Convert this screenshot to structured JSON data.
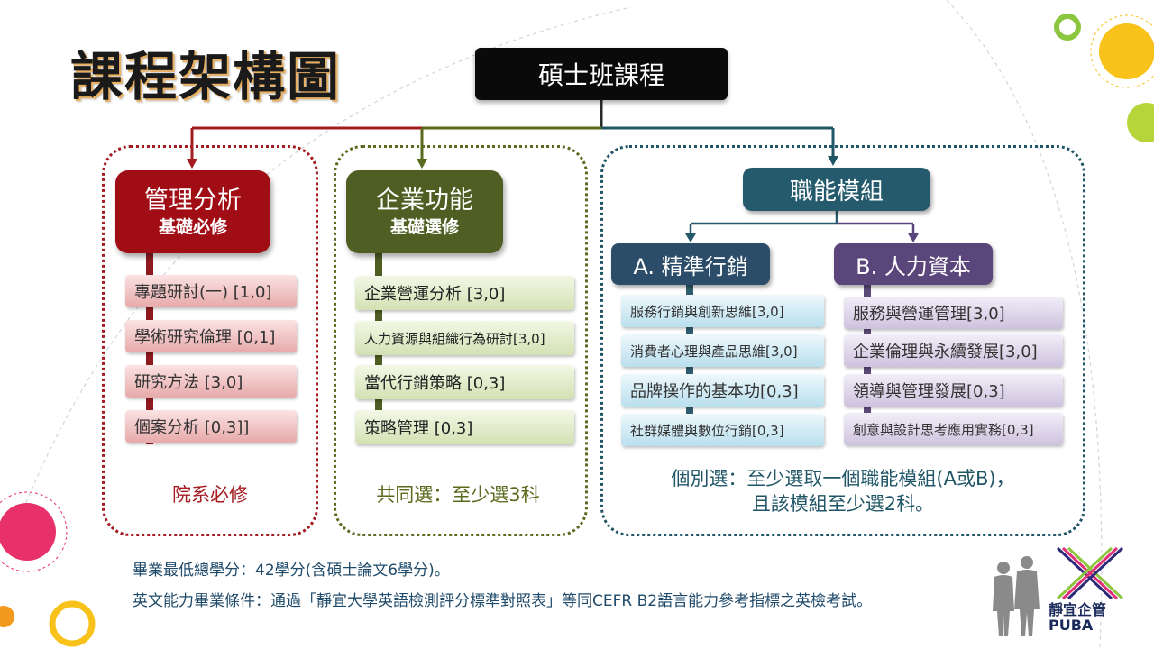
{
  "page_title": "課程架構圖",
  "root": {
    "label": "碩士班課程"
  },
  "groups": {
    "required": {
      "title": "管理分析",
      "subtitle": "基礎必修",
      "note": "院系必修",
      "color": "#a00d14",
      "items": [
        "專題研討(一) [1,0]",
        "學術研究倫理 [0,1]",
        "研究方法 [3,0]",
        "個案分析 [0,3]]"
      ]
    },
    "elective": {
      "title": "企業功能",
      "subtitle": "基礎選修",
      "note": "共同選：至少選3科",
      "color": "#4f5e22",
      "items": [
        "企業營運分析 [3,0]",
        "人力資源與組織行為研討[3,0]",
        "當代行銷策略 [0,3]",
        "策略管理 [0,3]"
      ]
    },
    "functional": {
      "title": "職能模組",
      "color": "#245a6b",
      "note_line1": "個別選：至少選取一個職能模組(A或B)，",
      "note_line2": "且該模組至少選2科。",
      "module_a": {
        "title": "A. 精準行銷",
        "color": "#2b4d6a",
        "items": [
          "服務行銷與創新思維[3,0]",
          "消費者心理與產品思維[3,0]",
          "品牌操作的基本功[0,3]",
          "社群媒體與數位行銷[0,3]"
        ]
      },
      "module_b": {
        "title": "B. 人力資本",
        "color": "#5a467a",
        "items": [
          "服務與營運管理[3,0]",
          "企業倫理與永續發展[3,0]",
          "領導與管理發展[0,3]",
          "創意與設計思考應用實務[0,3]"
        ]
      }
    }
  },
  "footer": {
    "line1": "畢業最低總學分：42學分(含碩士論文6學分)。",
    "line2": "英文能力畢業條件：通過「靜宜大學英語檢測評分標準對照表」等同CEFR B2語言能力參考指標之英檢考試。"
  },
  "logo": {
    "line1": "靜宜企管",
    "line2": "PUBA"
  }
}
